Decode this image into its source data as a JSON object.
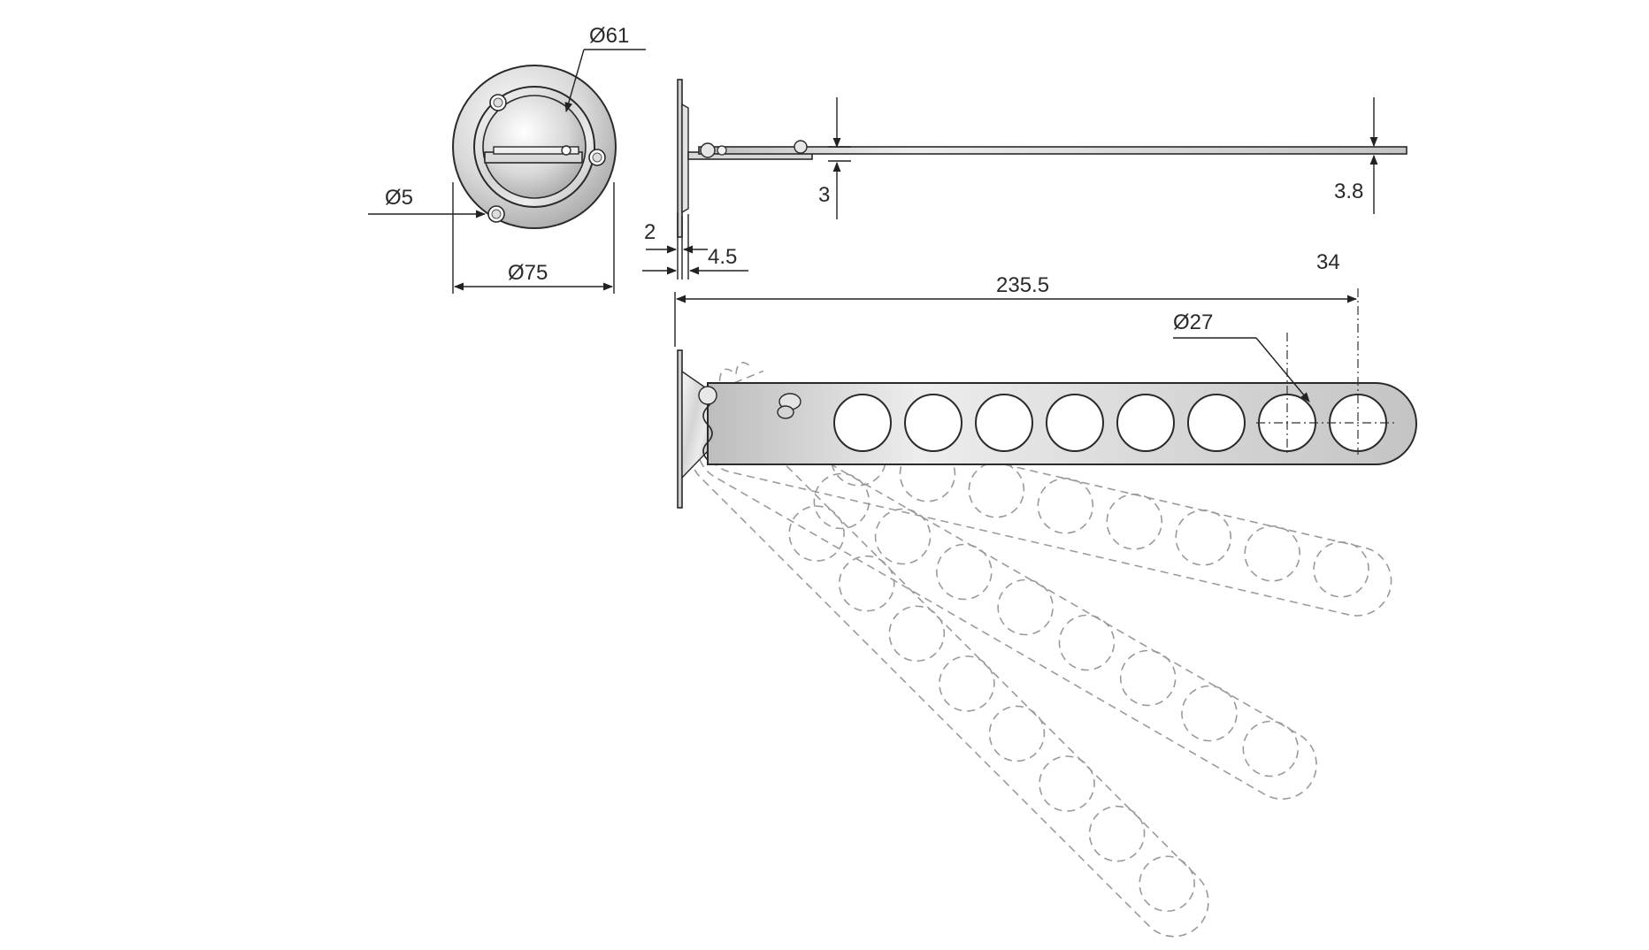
{
  "dimensions": {
    "plate_inner_diameter": "Ø61",
    "screw_hole_diameter": "Ø5",
    "plate_outer_diameter": "Ø75",
    "plate_thickness": "2",
    "plate_offset": "4.5",
    "base_thickness": "3",
    "arm_thickness": "3.8",
    "arm_width": "34",
    "arm_length": "235.5",
    "hole_diameter": "Ø27"
  },
  "colors": {
    "line": "#2a2a2a",
    "dashed_ghost": "#9a9a9a",
    "metal_light": "#f2f2f2",
    "metal_mid": "#cfcfcf",
    "metal_dark": "#a8a8a8"
  }
}
